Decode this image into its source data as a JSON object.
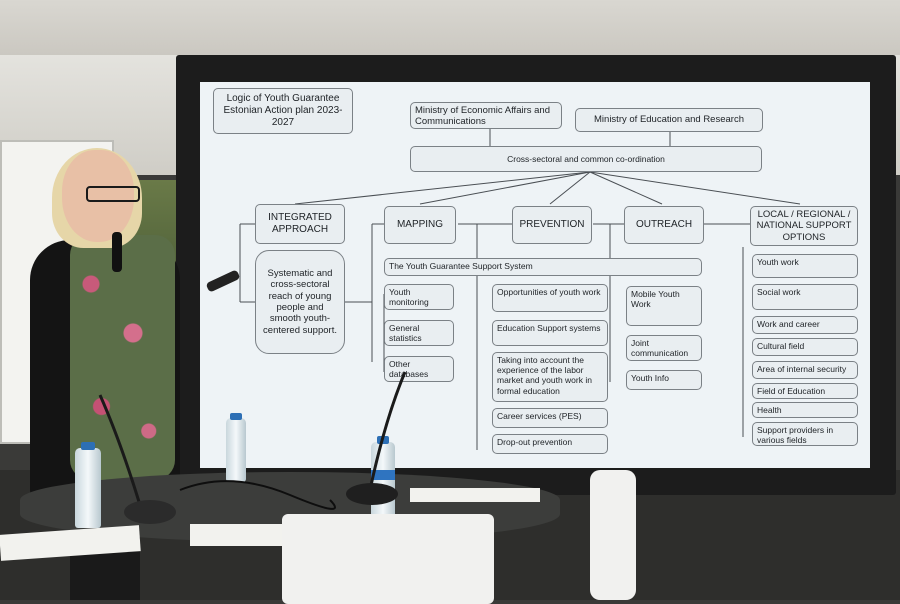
{
  "slide": {
    "title": "Logic of Youth Guarantee Estonian Action plan 2023-2027",
    "ministries": [
      "Ministry of Economic Affairs and Communications",
      "Ministry of Education and Research"
    ],
    "coordination": "Cross-sectoral and common co-ordination",
    "integrated": {
      "header": "INTEGRATED APPROACH",
      "body": "Systematic and cross-sectoral reach of young people and smooth youth-centered support."
    },
    "columns": [
      "MAPPING",
      "PREVENTION",
      "OUTREACH"
    ],
    "local": {
      "header": "LOCAL / REGIONAL / NATIONAL SUPPORT OPTIONS",
      "items": [
        "Youth work",
        "Social work",
        "Work and career",
        "Cultural field",
        "Area of internal security",
        "Field of Education",
        "Health",
        "Support providers in various fields"
      ]
    },
    "support_system": "The Youth Guarantee Support System",
    "mapping_items": [
      "Youth monitoring",
      "General statistics",
      "Other databases"
    ],
    "prevention_items": [
      "Opportunities of youth work",
      "Education Support systems",
      "Taking into account the experience of the labor market and youth work in formal education",
      "Career services (PES)",
      "Drop-out prevention"
    ],
    "outreach_items": [
      "Mobile Youth Work",
      "Joint communication",
      "Youth Info"
    ]
  },
  "colors": {
    "slide_bg": "#eef3f6",
    "box_border": "#7b8186",
    "screen_frame": "#1c1c1c"
  }
}
